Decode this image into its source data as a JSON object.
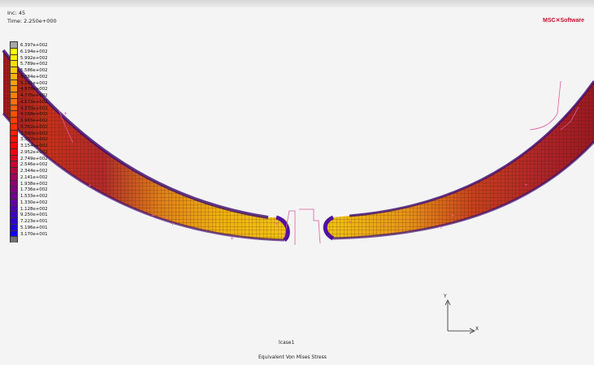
{
  "header": {
    "inc": "Inc:  45",
    "time": "Time:  2.250e+000"
  },
  "logo": {
    "part1": "MSC",
    "part2": "Software"
  },
  "legend": {
    "values": [
      "6.397e+002",
      "6.194e+002",
      "5.992e+002",
      "5.789e+002",
      "5.586e+002",
      "5.384e+002",
      "5.181e+002",
      "4.978e+002",
      "4.775e+002",
      "4.573e+002",
      "4.370e+002",
      "4.168e+002",
      "3.965e+002",
      "3.762e+002",
      "3.560e+002",
      "3.357e+002",
      "3.154e+002",
      "2.952e+002",
      "2.749e+002",
      "2.546e+002",
      "2.344e+002",
      "2.141e+002",
      "1.938e+002",
      "1.736e+002",
      "1.533e+002",
      "1.330e+002",
      "1.128e+002",
      "9.250e+001",
      "7.223e+001",
      "5.196e+001",
      "3.170e+001"
    ],
    "colors": [
      "#a8a8a8",
      "#ffff00",
      "#ffee00",
      "#ffdc00",
      "#ffc800",
      "#ffb400",
      "#ffa200",
      "#ff9000",
      "#ff8000",
      "#ff7000",
      "#ff6000",
      "#ff5000",
      "#ff4000",
      "#ff3000",
      "#ff2000",
      "#ff1000",
      "#ff0000",
      "#ee0010",
      "#dd0020",
      "#cc0030",
      "#bb0040",
      "#a00060",
      "#900070",
      "#800080",
      "#700090",
      "#6000a0",
      "#5000b0",
      "#4000c0",
      "#3000d0",
      "#2000e0",
      "#1000f0",
      "#707070"
    ]
  },
  "axes": {
    "x": "X",
    "y": "Y"
  },
  "footer": {
    "case": "lcase1",
    "quantity": "Equivalent Von Mises Stress"
  }
}
